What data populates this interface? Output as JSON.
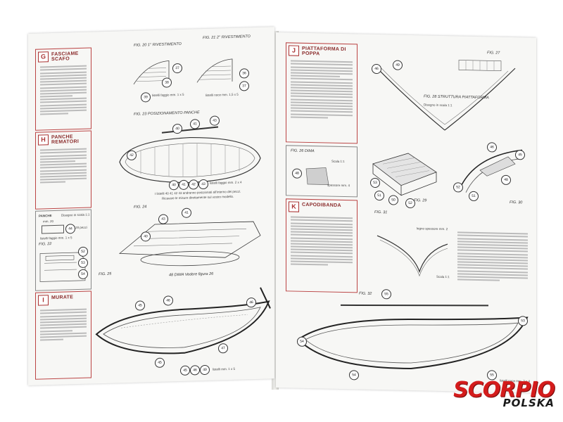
{
  "left": {
    "sections": [
      {
        "letter": "G",
        "title": "FASCIAME SCAFO"
      },
      {
        "letter": "H",
        "title": "PANCHE REMATORI"
      },
      {
        "letter": "I",
        "title": "MURATE"
      }
    ],
    "figures": {
      "fig20": "FIG. 20  1° RIVESTIMENTO",
      "fig21": "FIG. 21  2° RIVESTIMENTO",
      "fig23": "FIG. 23  POSIZIONAMENTO PANCHE",
      "fig22": "FIG. 22",
      "fig24": "FIG. 24",
      "fig25": "FIG. 25",
      "dima48": "48  DIMA  Vedere figura 26",
      "panche": "PANCHE",
      "disegno": "Disegno in scala 1:1"
    },
    "notes": {
      "listelli1": "listelli faggio mm. 1 x 5",
      "listelli2": "listelli noce mm. 1,5 x 5",
      "listelli3": "listelli faggio mm. 2 x 4",
      "listelli4": "listelli mm. 1 x 5",
      "mm20": "mm. 20",
      "pezzi28": "28 pezzi",
      "listelli5": "listelli faggio mm. 1 x 5",
      "panche_note1": "I listelli 40 41 42 43 andranno posizionati all’interno dei pezzi.",
      "panche_note2": "Ricavare le misure direttamente sul vostro modello."
    },
    "bubbles": [
      "37",
      "38",
      "39",
      "36",
      "37",
      "41",
      "43",
      "40",
      "42",
      "40",
      "41",
      "42",
      "43",
      "44",
      "52",
      "53",
      "54",
      "43",
      "41",
      "40",
      "45",
      "46",
      "46",
      "47",
      "45",
      "45",
      "46",
      "49"
    ]
  },
  "right": {
    "sections": [
      {
        "letter": "J",
        "title": "PIATTAFORMA DI POPPA"
      },
      {
        "letter": "K",
        "title": "CAPODIBANDA"
      }
    ],
    "figures": {
      "fig27": "FIG. 27",
      "fig28": "FIG. 28  STRUTTURA PIATTAFORMA",
      "fig26": "FIG. 26  DIMA",
      "fig29": "FIG. 29",
      "fig30": "FIG. 30",
      "fig31": "FIG. 31",
      "fig32": "FIG. 32"
    },
    "notes": {
      "scala11": "Scala 1:1",
      "spessore": "spessore mm. 4",
      "legno": "legno spessore mm. 2",
      "scala11b": "Scala 1:1",
      "listelli": "listelli noce mm. 2 x 4",
      "disegno": "Disegno in scala 1:1"
    },
    "bubbles": [
      "46",
      "49",
      "48",
      "53",
      "51",
      "50",
      "52",
      "52",
      "51",
      "46",
      "45",
      "48",
      "55",
      "54",
      "53",
      "54",
      "55"
    ]
  },
  "brand": {
    "name": "SCORPIO",
    "sub": "POLSKA",
    "color": "#d41c1c"
  }
}
